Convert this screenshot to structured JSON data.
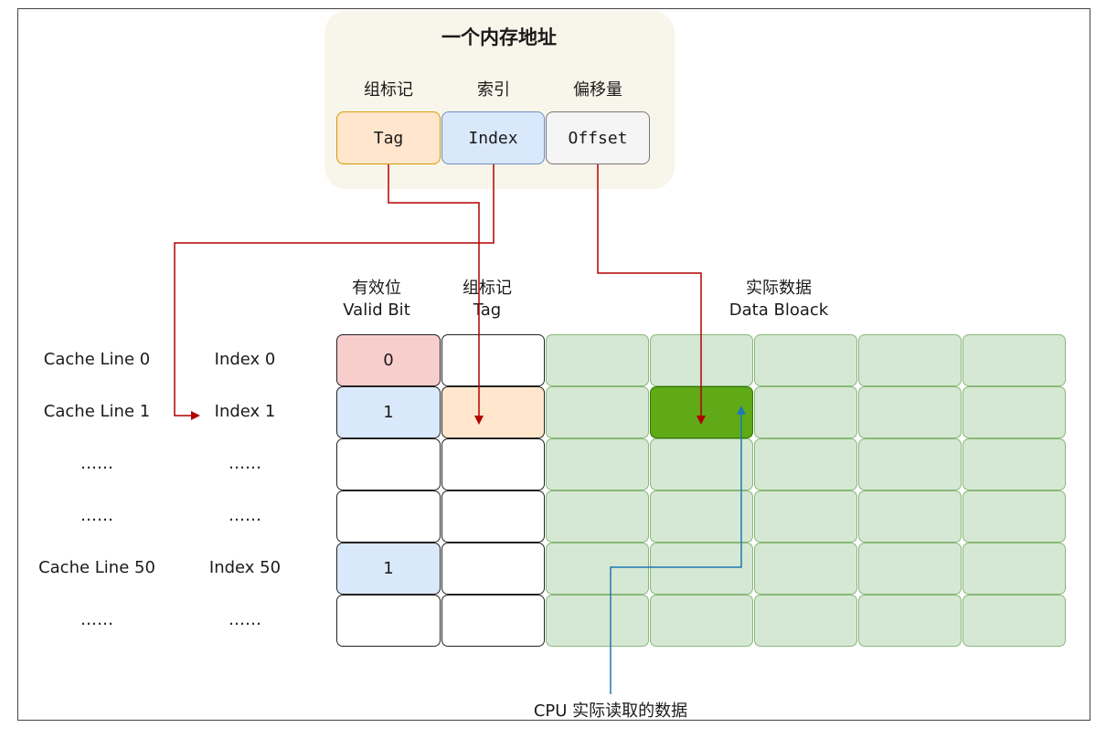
{
  "address": {
    "title": "一个内存地址",
    "fields": [
      {
        "label": "组标记",
        "name": "Tag",
        "fill": "#ffe6cc",
        "stroke": "#d79b00"
      },
      {
        "label": "索引",
        "name": "Index",
        "fill": "#dae8fc",
        "stroke": "#6c8ebf"
      },
      {
        "label": "偏移量",
        "name": "Offset",
        "fill": "#f5f5f5",
        "stroke": "#777777"
      }
    ]
  },
  "headers": {
    "valid_zh": "有效位",
    "valid_en": "Valid Bit",
    "tag_zh": "组标记",
    "tag_en": "Tag",
    "data_zh": "实际数据",
    "data_en": "Data Bloack"
  },
  "rows": [
    {
      "line": "Cache Line 0",
      "index": "Index 0",
      "valid": "0",
      "valid_fill": "#f8cecc",
      "tag_fill": "#ffffff"
    },
    {
      "line": "Cache Line 1",
      "index": "Index 1",
      "valid": "1",
      "valid_fill": "#dae8fc",
      "tag_fill": "#ffe6cc"
    },
    {
      "line": "……",
      "index": "……",
      "valid": "",
      "valid_fill": "#ffffff",
      "tag_fill": "#ffffff"
    },
    {
      "line": "……",
      "index": "……",
      "valid": "",
      "valid_fill": "#ffffff",
      "tag_fill": "#ffffff"
    },
    {
      "line": "Cache Line 50",
      "index": "Index 50",
      "valid": "1",
      "valid_fill": "#dae8fc",
      "tag_fill": "#ffffff"
    },
    {
      "line": "……",
      "index": "……",
      "valid": "",
      "valid_fill": "#ffffff",
      "tag_fill": "#ffffff"
    }
  ],
  "data_block": {
    "columns": 5,
    "cell_fill": "#d5e8d4",
    "highlight_row": 1,
    "highlight_col": 1,
    "highlight_fill": "#60a917"
  },
  "caption": "CPU 实际读取的数据",
  "colors": {
    "red_connector": "#b20000",
    "blue_connector": "#1f78b4"
  }
}
